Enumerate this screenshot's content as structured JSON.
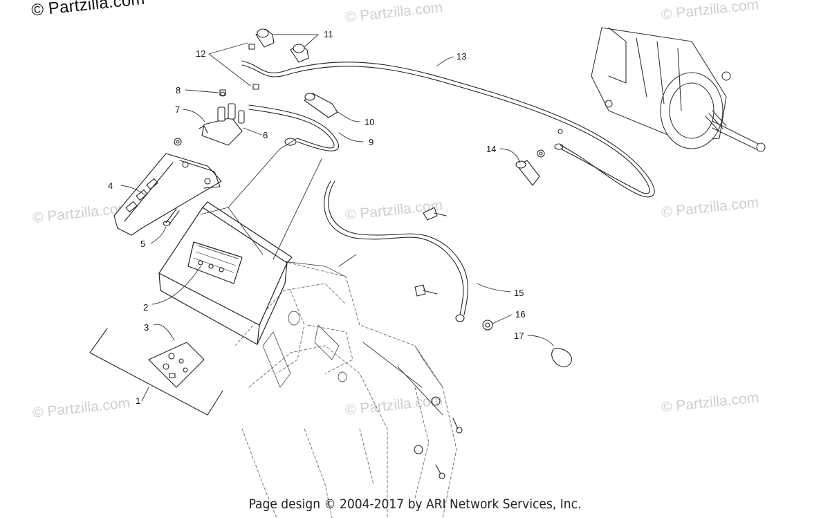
{
  "copyright_top": "© Partzilla.com",
  "watermark_text": "© Partzilla.com",
  "footer_text": "Page design © 2004-2017 by ARI Network Services, Inc.",
  "callouts": [
    "1",
    "2",
    "3",
    "4",
    "5",
    "6",
    "7",
    "8",
    "9",
    "10",
    "11",
    "12",
    "13",
    "14",
    "15",
    "16",
    "17"
  ]
}
